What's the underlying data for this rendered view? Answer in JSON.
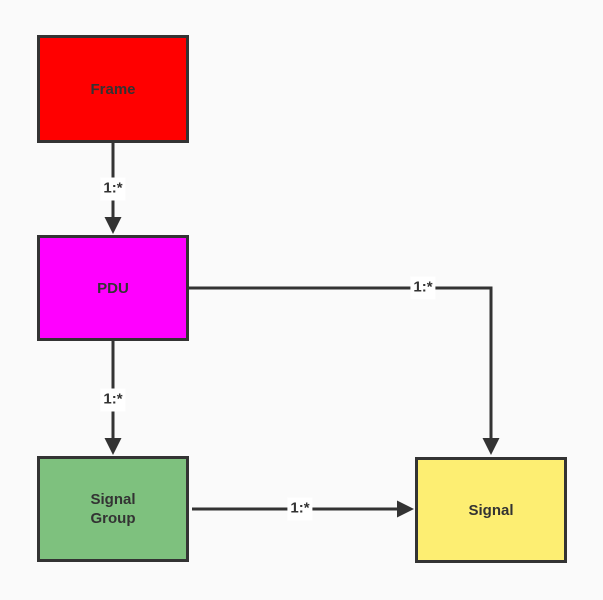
{
  "diagram": {
    "background_color": "#FAFAFA",
    "stroke_color": "#333333",
    "text_color": "#333333",
    "edge_label_background": "#FFFFFF",
    "nodes": [
      {
        "id": "frame",
        "label": "Frame",
        "fill": "#FF0000"
      },
      {
        "id": "pdu",
        "label": "PDU",
        "fill": "#FF00FF"
      },
      {
        "id": "signal-group",
        "label": "Signal\nGroup",
        "fill": "#7EC17E"
      },
      {
        "id": "signal",
        "label": "Signal",
        "fill": "#FDEE72"
      }
    ],
    "edges": [
      {
        "id": "frame-to-pdu",
        "from": "Frame",
        "to": "PDU",
        "label": "1:*"
      },
      {
        "id": "pdu-to-signal-group",
        "from": "PDU",
        "to": "Signal Group",
        "label": "1:*"
      },
      {
        "id": "pdu-to-signal",
        "from": "PDU",
        "to": "Signal",
        "label": "1:*"
      },
      {
        "id": "signal-group-to-signal",
        "from": "Signal Group",
        "to": "Signal",
        "label": "1:*"
      }
    ]
  }
}
